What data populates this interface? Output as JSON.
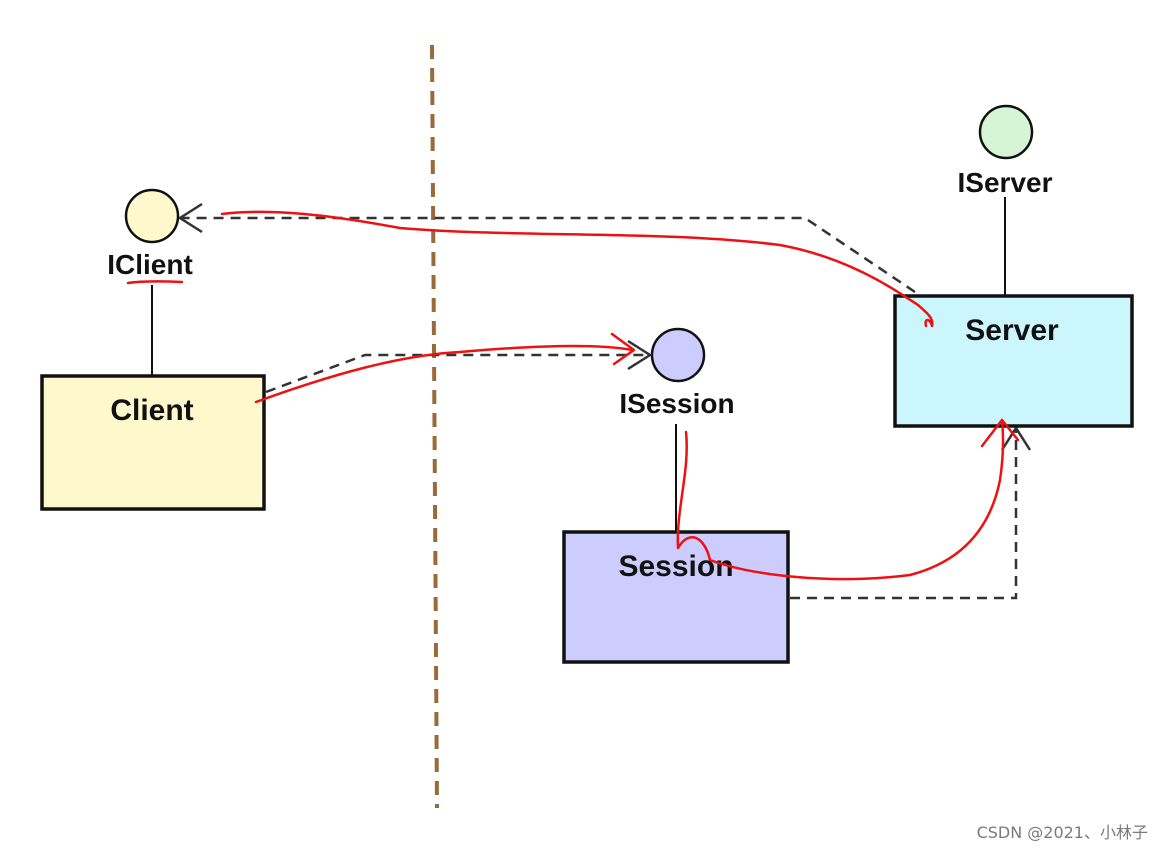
{
  "components": {
    "client": {
      "label": "Client",
      "fill": "#fdf9cd"
    },
    "server": {
      "label": "Server",
      "fill": "#ccf6fd"
    },
    "session": {
      "label": "Session",
      "fill": "#ccccfe"
    }
  },
  "interfaces": {
    "iclient": {
      "label": "IClient",
      "fill": "#fdf9cd"
    },
    "iserver": {
      "label": "IServer",
      "fill": "#d5f5d5"
    },
    "isession": {
      "label": "ISession",
      "fill": "#ccccfe"
    }
  },
  "colors": {
    "annotation": "#ee1111",
    "boundary": "#9a6a3a",
    "dependency": "#333333",
    "outline": "#111111"
  },
  "watermark": "CSDN @2021、小林子"
}
